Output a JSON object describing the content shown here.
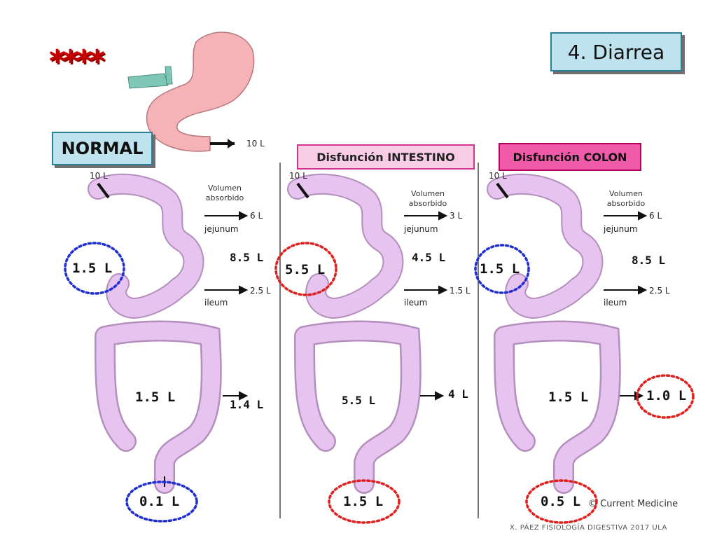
{
  "title": "4. Diarrea",
  "stars": "****",
  "panels": {
    "normal": {
      "label": "NORMAL",
      "input": "10 L",
      "vol1": "Volumen",
      "vol2": "absorbido",
      "jej_value": "6 L",
      "jej_label": "jejunum",
      "jej_total": "8.5 L",
      "ileo_circle": "1.5 L",
      "ileo_value": "2.5 L",
      "ileo_label": "ileum",
      "colon_in": "1.5 L",
      "colon_abs": "1.4 L",
      "stool": "0.1 L"
    },
    "intestino": {
      "label": "Disfunción INTESTINO",
      "input": "10 L",
      "vol1": "Volumen",
      "vol2": "absorbido",
      "jej_value": "3 L",
      "jej_label": "jejunum",
      "jej_total": "4.5 L",
      "ileo_circle": "5.5 L",
      "ileo_value": "1.5 L",
      "ileo_label": "ileum",
      "colon_in": "5.5 L",
      "colon_abs": "4 L",
      "stool": "1.5 L"
    },
    "colon": {
      "label": "Disfunción COLON",
      "input": "10 L",
      "vol1": "Volumen",
      "vol2": "absorbido",
      "jej_value": "6 L",
      "jej_label": "jejunum",
      "jej_total": "8.5 L",
      "ileo_circle": "1.5 L",
      "ileo_value": "2.5 L",
      "ileo_label": "ileum",
      "colon_in": "1.5 L",
      "colon_abs": "1.0 L",
      "stool": "0.5 L"
    }
  },
  "stomach_output": "10 L",
  "credit": "© Current Medicine",
  "footer": "X. PÁEZ   FISIOLOGÍA DIGESTIVA 2017  ULA",
  "colors": {
    "intestine": "#e7c3ef",
    "stomach": "#f5b3b8",
    "blue_circle": "#1f2fd0",
    "red_circle": "#e0201e"
  }
}
